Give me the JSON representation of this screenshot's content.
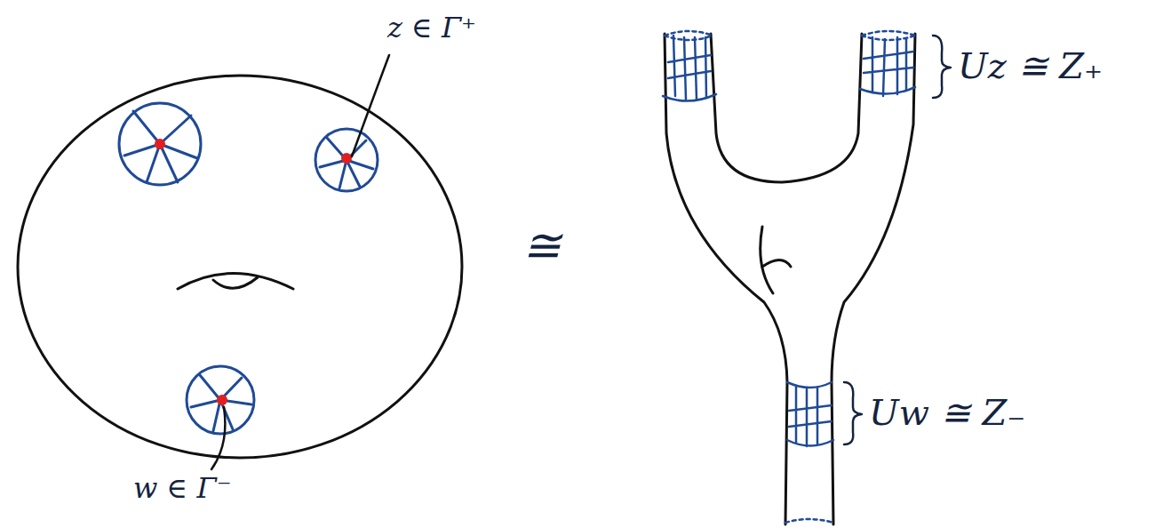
{
  "diagram": {
    "labels": [
      "z ∈ Γ⁺",
      "w ∈ Γ⁻",
      "≅",
      "Uz ≅ Z₊",
      "Uw ≅ Z₋"
    ]
  }
}
